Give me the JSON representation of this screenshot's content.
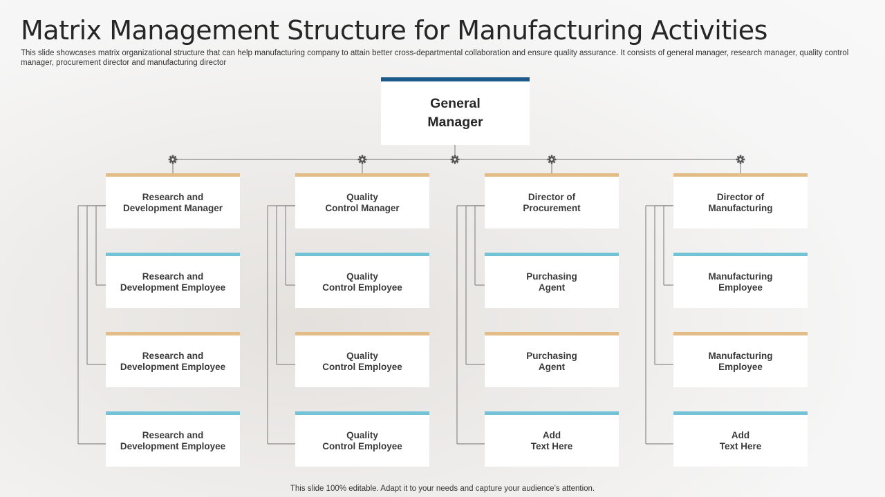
{
  "title": "Matrix Management Structure for Manufacturing Activities",
  "subtitle": "This slide showcases matrix organizational structure that can help manufacturing company to attain better cross-departmental collaboration and ensure quality assurance. It consists of general manager, research manager, quality control manager, procurement director and manufacturing director",
  "top": {
    "label": "General\nManager"
  },
  "columns": [
    {
      "items": [
        "Research and\nDevelopment Manager",
        "Research and\nDevelopment Employee",
        "Research and\nDevelopment Employee",
        "Research and\nDevelopment Employee"
      ]
    },
    {
      "items": [
        "Quality\nControl Manager",
        "Quality\nControl Employee",
        "Quality\nControl Employee",
        "Quality\nControl Employee"
      ]
    },
    {
      "items": [
        "Director of\nProcurement",
        "Purchasing\nAgent",
        "Purchasing\nAgent",
        "Add\nText Here"
      ]
    },
    {
      "items": [
        "Director of\nManufacturing",
        "Manufacturing\nEmployee",
        "Manufacturing\nEmployee",
        "Add\nText Here"
      ]
    }
  ],
  "colors": {
    "top_accent": "#1d5a8c",
    "tan_accent": "#e2bd87",
    "blue_accent": "#74c2d5",
    "connector": "#8a8a8a"
  },
  "icons": {
    "junction": "gear-icon"
  },
  "footer": "This slide 100% editable. Adapt it to your needs and capture your audience’s attention."
}
